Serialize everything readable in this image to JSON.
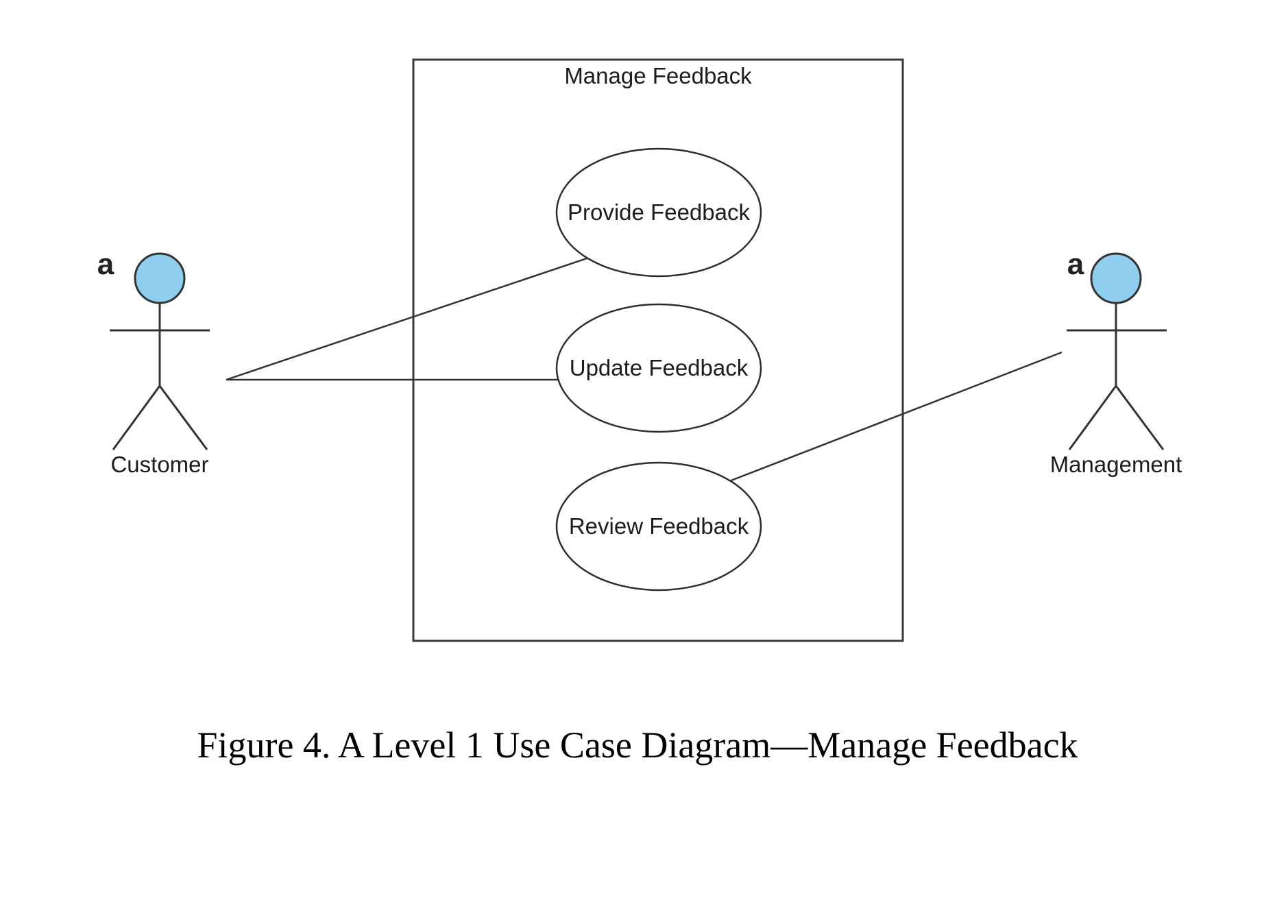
{
  "figure": {
    "caption": "Figure 4. A Level 1 Use Case Diagram—Manage Feedback"
  },
  "diagram": {
    "type": "uml-use-case-diagram",
    "system_boundary": {
      "title": "Manage Feedback"
    },
    "use_cases": [
      {
        "id": "provide",
        "label": "Provide Feedback"
      },
      {
        "id": "update",
        "label": "Update Feedback"
      },
      {
        "id": "review",
        "label": "Review Feedback"
      }
    ],
    "actors": [
      {
        "id": "customer",
        "stereotype_label": "a",
        "name": "Customer"
      },
      {
        "id": "management",
        "stereotype_label": "a",
        "name": "Management"
      }
    ],
    "associations": [
      {
        "from": "Customer",
        "to": "Provide Feedback"
      },
      {
        "from": "Customer",
        "to": "Update Feedback"
      },
      {
        "from": "Management",
        "to": "Review Feedback"
      }
    ],
    "colors": {
      "actor_head_fill": "#8FCEEF",
      "stroke": "#333333",
      "background": "#FFFFFF"
    }
  }
}
